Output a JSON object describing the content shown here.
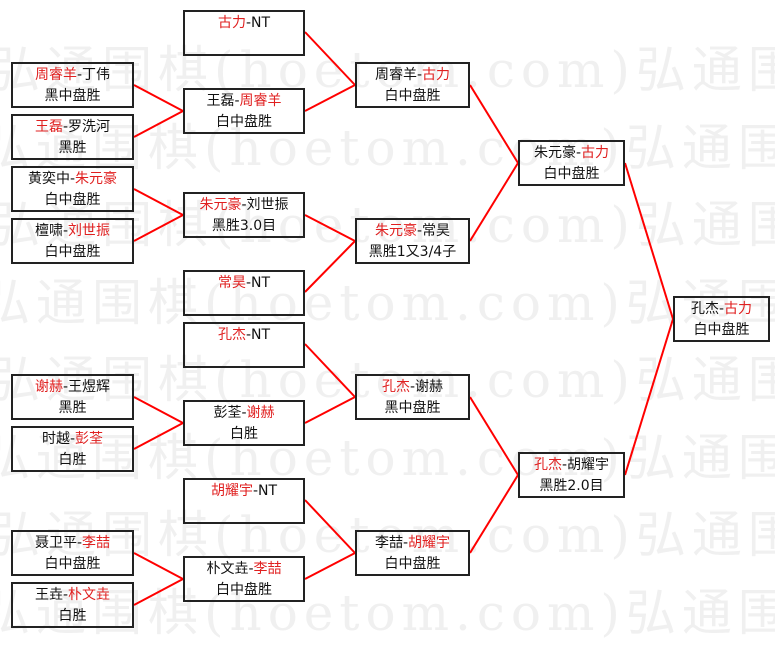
{
  "watermark": "弘通围棋(hoetom.com)",
  "colors": {
    "winner": "#e02020",
    "line": "#ff0000",
    "border": "#222222"
  },
  "rounds": [
    {
      "name": "round-1",
      "matches": [
        {
          "line1": [
            {
              "t": "周睿羊",
              "w": true
            },
            {
              "t": "-丁伟",
              "w": false
            }
          ],
          "result": "黑中盘胜"
        },
        {
          "line1": [
            {
              "t": "王磊",
              "w": true
            },
            {
              "t": "-罗洗河",
              "w": false
            }
          ],
          "result": "黑胜"
        },
        {
          "line1": [
            {
              "t": "黄奕中-",
              "w": false
            },
            {
              "t": "朱元豪",
              "w": true
            }
          ],
          "result": "白中盘胜"
        },
        {
          "line1": [
            {
              "t": "檀啸-",
              "w": false
            },
            {
              "t": "刘世振",
              "w": true
            }
          ],
          "result": "白中盘胜"
        },
        {
          "line1": [
            {
              "t": "谢赫",
              "w": true
            },
            {
              "t": "-王煜辉",
              "w": false
            }
          ],
          "result": "黑胜"
        },
        {
          "line1": [
            {
              "t": "时越-",
              "w": false
            },
            {
              "t": "彭荃",
              "w": true
            }
          ],
          "result": "白胜"
        },
        {
          "line1": [
            {
              "t": "聂卫平-",
              "w": false
            },
            {
              "t": "李喆",
              "w": true
            }
          ],
          "result": "白中盘胜"
        },
        {
          "line1": [
            {
              "t": "王垚-",
              "w": false
            },
            {
              "t": "朴文垚",
              "w": true
            }
          ],
          "result": "白胜"
        }
      ]
    },
    {
      "name": "round-2",
      "matches": [
        {
          "line1": [
            {
              "t": "古力",
              "w": true
            },
            {
              "t": "-NT",
              "w": false
            }
          ],
          "result": ""
        },
        {
          "line1": [
            {
              "t": "王磊-",
              "w": false
            },
            {
              "t": "周睿羊",
              "w": true
            }
          ],
          "result": "白中盘胜"
        },
        {
          "line1": [
            {
              "t": "朱元豪",
              "w": true
            },
            {
              "t": "-刘世振",
              "w": false
            }
          ],
          "result": "黑胜3.0目"
        },
        {
          "line1": [
            {
              "t": "常昊",
              "w": true
            },
            {
              "t": "-NT",
              "w": false
            }
          ],
          "result": ""
        },
        {
          "line1": [
            {
              "t": "孔杰",
              "w": true
            },
            {
              "t": "-NT",
              "w": false
            }
          ],
          "result": ""
        },
        {
          "line1": [
            {
              "t": "彭荃-",
              "w": false
            },
            {
              "t": "谢赫",
              "w": true
            }
          ],
          "result": "白胜"
        },
        {
          "line1": [
            {
              "t": "胡耀宇",
              "w": true
            },
            {
              "t": "-NT",
              "w": false
            }
          ],
          "result": ""
        },
        {
          "line1": [
            {
              "t": "朴文垚-",
              "w": false
            },
            {
              "t": "李喆",
              "w": true
            }
          ],
          "result": "白中盘胜"
        }
      ]
    },
    {
      "name": "round-3",
      "matches": [
        {
          "line1": [
            {
              "t": "周睿羊-",
              "w": false
            },
            {
              "t": "古力",
              "w": true
            }
          ],
          "result": "白中盘胜"
        },
        {
          "line1": [
            {
              "t": "朱元豪",
              "w": true
            },
            {
              "t": "-常昊",
              "w": false
            }
          ],
          "result": "黑胜1又3/4子"
        },
        {
          "line1": [
            {
              "t": "孔杰",
              "w": true
            },
            {
              "t": "-谢赫",
              "w": false
            }
          ],
          "result": "黑中盘胜"
        },
        {
          "line1": [
            {
              "t": "李喆-",
              "w": false
            },
            {
              "t": "胡耀宇",
              "w": true
            }
          ],
          "result": "白中盘胜"
        }
      ]
    },
    {
      "name": "semifinal",
      "matches": [
        {
          "line1": [
            {
              "t": "朱元豪-",
              "w": false
            },
            {
              "t": "古力",
              "w": true
            }
          ],
          "result": "白中盘胜"
        },
        {
          "line1": [
            {
              "t": "孔杰",
              "w": true
            },
            {
              "t": "-胡耀宇",
              "w": false
            }
          ],
          "result": "黑胜2.0目"
        }
      ]
    },
    {
      "name": "final",
      "matches": [
        {
          "line1": [
            {
              "t": "孔杰-",
              "w": false
            },
            {
              "t": "古力",
              "w": true
            }
          ],
          "result": "白中盘胜"
        }
      ]
    }
  ]
}
